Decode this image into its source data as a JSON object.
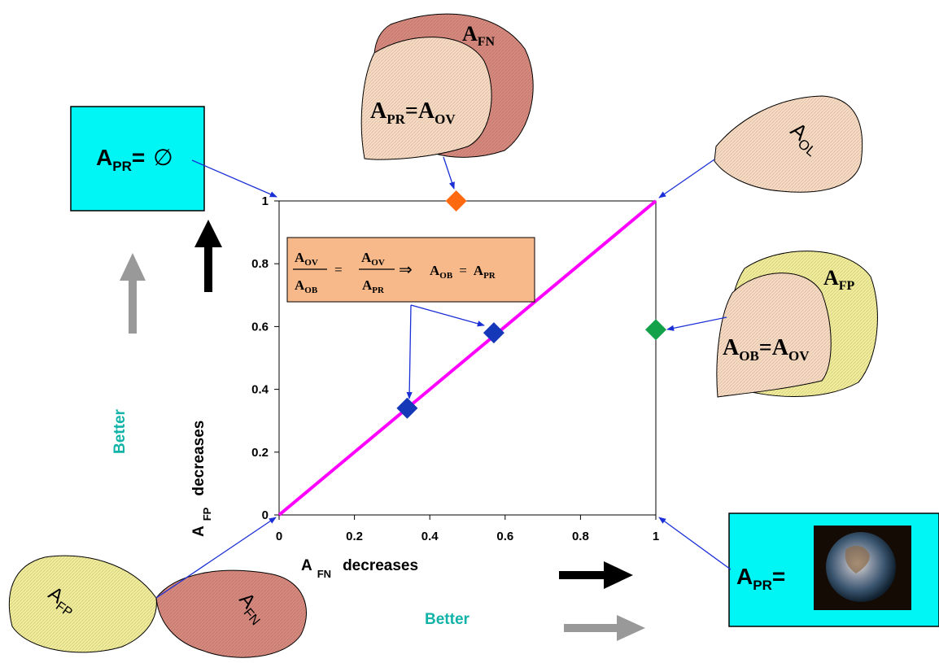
{
  "colors": {
    "diagonal": "#ff00ff",
    "arrow_line": "#1a2fd6",
    "box_fill": "#00f5f5",
    "formula_fill": "#f7b98a",
    "better_text": "#11b2a8",
    "marker_orange": "#ff6a10",
    "marker_green": "#13a24a",
    "marker_blue": "#1438b8",
    "blob_peach": "#f9dcc3",
    "blob_red": "#d98a7e",
    "blob_yellow": "#f3ee9a",
    "gray_arrow": "#999999",
    "black_arrow": "#000000"
  },
  "chart_data": {
    "type": "scatter",
    "x_ticks": [
      "0",
      "0.2",
      "0.4",
      "0.6",
      "0.8",
      "1"
    ],
    "y_ticks": [
      "0",
      "0.2",
      "0.4",
      "0.6",
      "0.8",
      "1"
    ],
    "xlim": [
      0,
      1
    ],
    "ylim": [
      0,
      1
    ],
    "grid": false,
    "xlabel_main": "A",
    "xlabel_sub": "FN",
    "xlabel_suffix": "decreases",
    "ylabel_main": "A",
    "ylabel_sub": "FP",
    "ylabel_suffix": "decreases",
    "diagonal_line": [
      [
        0,
        0
      ],
      [
        1,
        1
      ]
    ],
    "points": [
      {
        "x": 0.47,
        "y": 1.0,
        "color_key": "marker_orange"
      },
      {
        "x": 1.0,
        "y": 0.59,
        "color_key": "marker_green"
      },
      {
        "x": 0.57,
        "y": 0.58,
        "color_key": "marker_blue"
      },
      {
        "x": 0.34,
        "y": 0.34,
        "color_key": "marker_blue"
      }
    ]
  },
  "better_x": "Better",
  "better_y": "Better",
  "formula": {
    "n1": "A",
    "n1s": "OV",
    "d1": "A",
    "d1s": "OB",
    "eq": "=",
    "n2": "A",
    "n2s": "OV",
    "d2": "A",
    "d2s": "PR",
    "implies": "⇒",
    "r1": "A",
    "r1s": "OB",
    "eq2": "=",
    "r2": "A",
    "r2s": "PR"
  },
  "box_empty": {
    "main": "A",
    "sub": "PR",
    "eq": "=",
    "symbol": "∅"
  },
  "box_earth": {
    "main": "A",
    "sub": "PR",
    "eq": "="
  },
  "blob_top": {
    "outer_main": "A",
    "outer_sub": "FN",
    "inner_main": "A",
    "inner_sub": "PR",
    "inner_eq": "=",
    "inner_main2": "A",
    "inner_sub2": "OV"
  },
  "blob_right": {
    "outer_main": "A",
    "outer_sub": "FP",
    "inner_main": "A",
    "inner_sub": "OB",
    "inner_eq": "=",
    "inner_main2": "A",
    "inner_sub2": "OV"
  },
  "blob_ol": {
    "main": "A",
    "sub": "OL"
  },
  "blob_fp": {
    "main": "A",
    "sub": "FP"
  },
  "blob_fn": {
    "main": "A",
    "sub": "FN"
  }
}
